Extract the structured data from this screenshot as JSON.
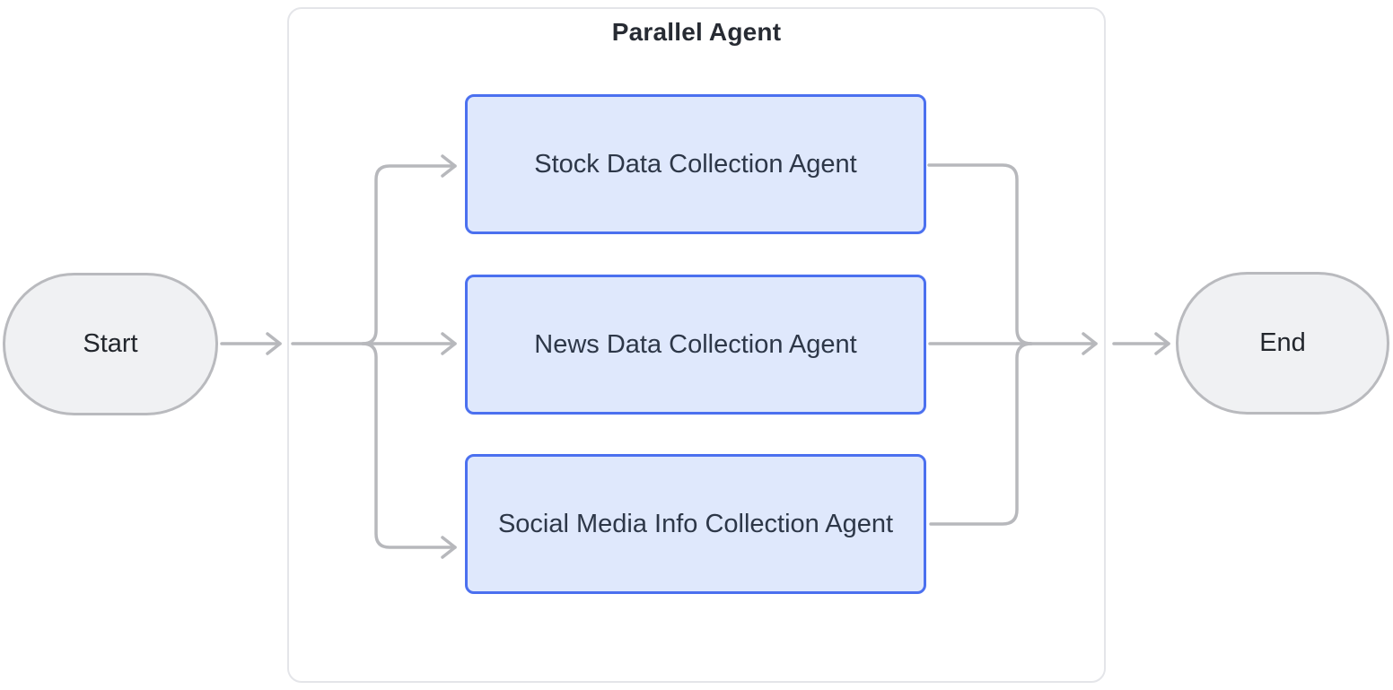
{
  "diagram": {
    "type": "flowchart",
    "title": "Parallel Agent",
    "nodes": {
      "start": {
        "label": "Start",
        "shape": "stadium"
      },
      "end": {
        "label": "End",
        "shape": "stadium"
      },
      "agents": [
        {
          "label": "Stock Data Collection Agent"
        },
        {
          "label": "News Data Collection Agent"
        },
        {
          "label": "Social Media Info Collection Agent"
        }
      ]
    },
    "edges": [
      {
        "from": "Start",
        "to": "Stock Data Collection Agent"
      },
      {
        "from": "Start",
        "to": "News Data Collection Agent"
      },
      {
        "from": "Start",
        "to": "Social Media Info Collection Agent"
      },
      {
        "from": "Stock Data Collection Agent",
        "to": "End"
      },
      {
        "from": "News Data Collection Agent",
        "to": "End"
      },
      {
        "from": "Social Media Info Collection Agent",
        "to": "End"
      }
    ]
  },
  "colors": {
    "edge_color": "#b7b8bc",
    "container_border": "#e4e5e9",
    "title_color": "#272b33",
    "terminal_fill": "#f0f1f3",
    "terminal_border": "#b9babe",
    "terminal_text": "#22262c",
    "agent_fill": "#dfe8fc",
    "agent_border": "#4b70ef",
    "agent_text": "#2d3748"
  }
}
